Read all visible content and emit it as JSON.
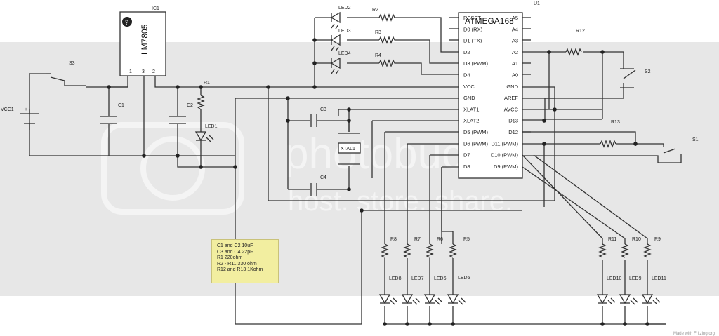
{
  "labels": {
    "vcc1": "VCC1",
    "s3": "S3",
    "ic1": "IC1",
    "ic1_part": "LM7805",
    "ic1_pin1": "1",
    "ic1_pin2": "2",
    "ic1_pin3": "3",
    "c1": "C1",
    "c2": "C2",
    "r1": "R1",
    "led1": "LED1",
    "led2": "LED2",
    "led3": "LED3",
    "led4": "LED4",
    "r2": "R2",
    "r3": "R3",
    "r4": "R4",
    "c3": "C3",
    "c4": "C4",
    "xtal1": "XTAL1",
    "u1": "U1",
    "u1_part": "ATMEGA168",
    "r12": "R12",
    "s2": "S2",
    "r13": "R13",
    "s1": "S1",
    "r5": "R5",
    "r6": "R6",
    "r7": "R7",
    "r8": "R8",
    "r9": "R9",
    "r10": "R10",
    "r11": "R11",
    "led5": "LED5",
    "led6": "LED6",
    "led7": "LED7",
    "led8": "LED8",
    "led9": "LED9",
    "led10": "LED10",
    "led11": "LED11"
  },
  "mcu_pins_left": [
    "RESET",
    "D0 (RX)",
    "D1 (TX)",
    "D2",
    "D3 (PWM)",
    "D4",
    "VCC",
    "GND",
    "XLAT1",
    "XLAT2",
    "D5 (PWM)",
    "D6 (PWM)",
    "D7",
    "D8"
  ],
  "mcu_pins_right": [
    "A5",
    "A4",
    "A3",
    "A2",
    "A1",
    "A0",
    "GND",
    "AREF",
    "AVCC",
    "D13",
    "D12",
    "D11 (PWM)",
    "D10 (PWM)",
    "D9 (PWM)"
  ],
  "notes": [
    "C1 and C2    10uF",
    "C3 and C4    22pF",
    "R1  220ohm",
    "R2 - R11 330 ohm",
    "R12 and R13 1Kohm"
  ],
  "watermark": "photobucket host. store. share.",
  "footer": "Made with Fritzing.org"
}
